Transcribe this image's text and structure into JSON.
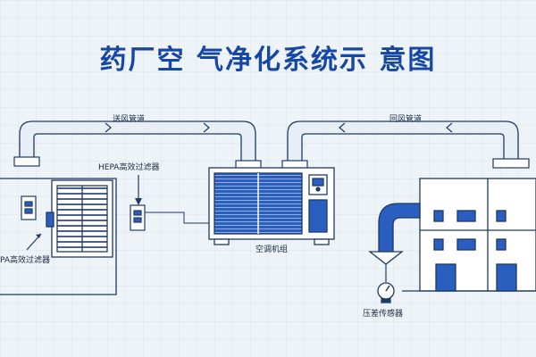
{
  "title": "药厂空 气净化系统示 意图",
  "labels": {
    "supply_duct": "送风管道",
    "return_duct": "回风管道",
    "hepa_filter_right": "HEPA高效过滤器",
    "hepa_filter_left": "PA高效过滤器",
    "ac_unit": "空调机组",
    "pressure_sensor": "压差传感器"
  },
  "colors": {
    "primary_blue": "#1747a5",
    "line": "#1e3a66",
    "background": "#eef3f7",
    "pipe_fill": "#e8eef5"
  }
}
